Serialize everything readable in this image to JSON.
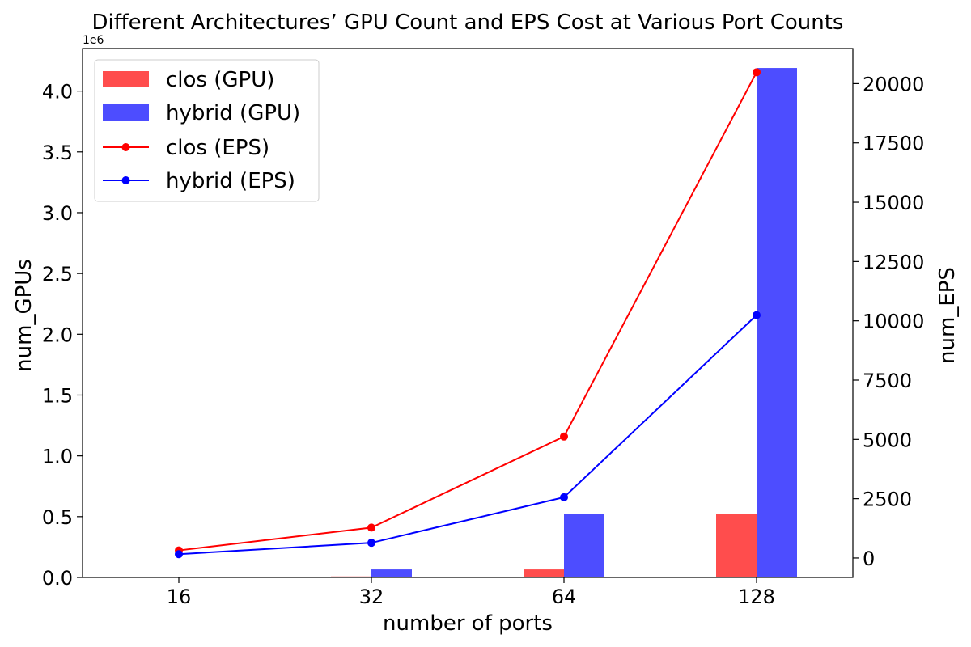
{
  "chart_data": {
    "type": "bar",
    "title": "Different Architectures’ GPU Count and EPS Cost at Various Port Counts",
    "xlabel": "number of ports",
    "ylabel_left": "num_GPUs",
    "ylabel_right": "num_EPS",
    "left_axis_offset_label": "1e6",
    "categories": [
      "16",
      "32",
      "64",
      "128"
    ],
    "left_ylim": [
      0,
      4.35
    ],
    "left_yticks": [
      0.0,
      0.5,
      1.0,
      1.5,
      2.0,
      2.5,
      3.0,
      3.5,
      4.0
    ],
    "left_ytick_labels": [
      "0.0",
      "0.5",
      "1.0",
      "1.5",
      "2.0",
      "2.5",
      "3.0",
      "3.5",
      "4.0"
    ],
    "right_ylim": [
      -820,
      21480
    ],
    "right_yticks": [
      0,
      2500,
      5000,
      7500,
      10000,
      12500,
      15000,
      17500,
      20000
    ],
    "right_ytick_labels": [
      "0",
      "2500",
      "5000",
      "7500",
      "10000",
      "12500",
      "15000",
      "17500",
      "20000"
    ],
    "bar_series": [
      {
        "name": "clos (GPU)",
        "color": "#ff4d4d",
        "values": [
          0.002,
          0.008,
          0.066,
          0.524
        ]
      },
      {
        "name": "hybrid (GPU)",
        "color": "#4d4dff",
        "values": [
          0.004,
          0.066,
          0.524,
          4.19
        ]
      }
    ],
    "line_series": [
      {
        "name": "clos (EPS)",
        "color": "#ff0000",
        "values": [
          320,
          1280,
          5120,
          20480
        ]
      },
      {
        "name": "hybrid (EPS)",
        "color": "#0000ff",
        "values": [
          160,
          640,
          2560,
          10240
        ]
      }
    ],
    "legend_position": "upper-left",
    "grid": false
  }
}
